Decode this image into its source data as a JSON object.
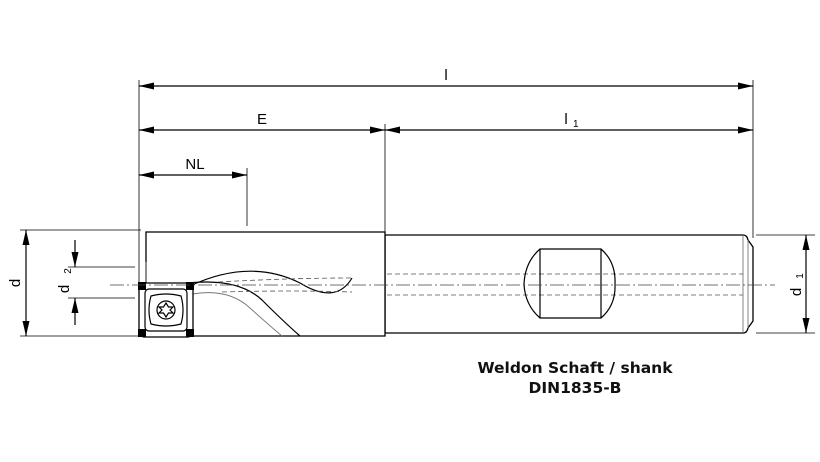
{
  "dimensions": {
    "overall_length": "l",
    "head_length": "E",
    "shank_length": "l",
    "shank_length_sub": "1",
    "usable_length": "NL",
    "cutting_diameter": "d",
    "inner_diameter": "d",
    "inner_diameter_sub": "2",
    "shank_diameter": "d",
    "shank_diameter_sub": "1"
  },
  "caption": {
    "line1": "Weldon Schaft / shank",
    "line2": "DIN1835-B"
  }
}
